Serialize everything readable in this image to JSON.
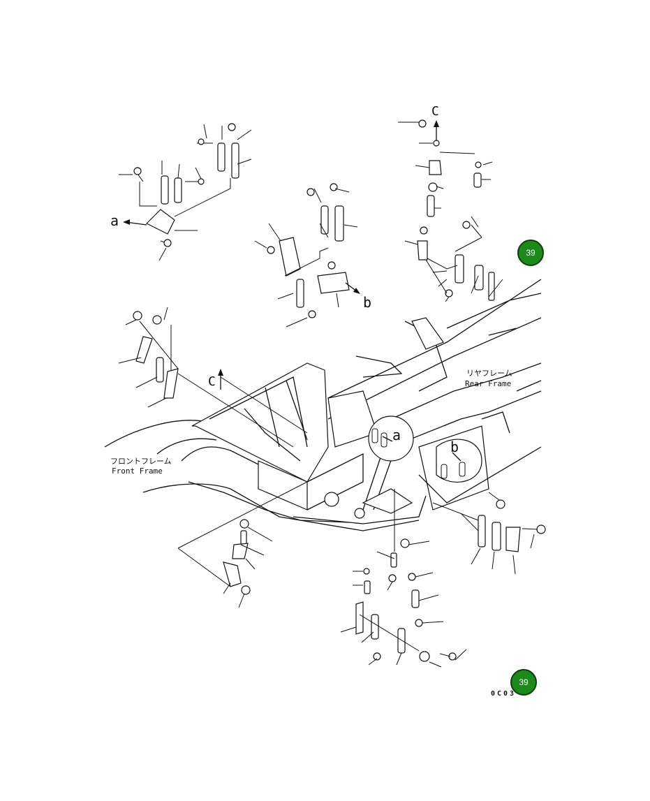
{
  "diagram": {
    "labels": {
      "rear_frame_jp": "リヤフレーム",
      "rear_frame_en": "Rear Frame",
      "front_frame_jp": "フロントフレーム",
      "front_frame_en": "Front Frame",
      "detail_a": "a",
      "detail_b": "b",
      "detail_c": "C"
    },
    "callouts": [
      "39",
      "39"
    ],
    "reference_code": "0C03",
    "colors": {
      "callout": "#1b8a1b",
      "line": "#111111"
    }
  }
}
